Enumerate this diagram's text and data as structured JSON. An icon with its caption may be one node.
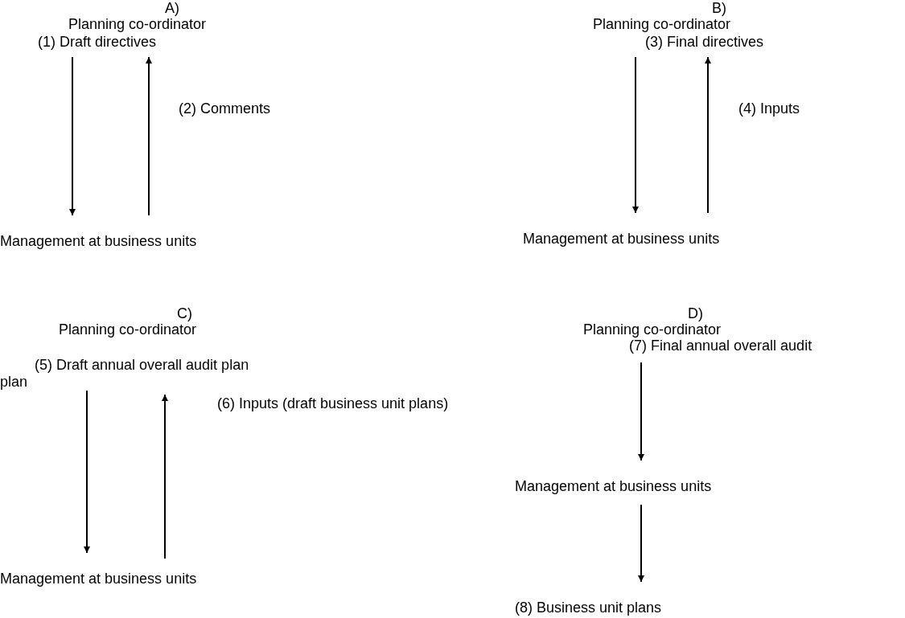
{
  "diagram": {
    "nodes": [
      {
        "text": [
          "Planning co-ordinator"
        ]
      },
      {
        "text": [
          "Management at business units"
        ]
      },
      {
        "text": [
          "Planning co-ordinator"
        ]
      },
      {
        "text": [
          "Management at business units"
        ]
      },
      {
        "text": [
          "Planning co-ordinator"
        ]
      },
      {
        "text": [
          "Management at business units"
        ]
      },
      {
        "text": [
          "Planning co-ordinator"
        ]
      },
      {
        "text": [
          "Management at business units"
        ]
      },
      {
        "text": [
          "(8)  Business unit plans"
        ]
      }
    ],
    "edges": [
      {
        "from": 0,
        "to": 1,
        "arrow": "to",
        "label": "(1) Draft directives"
      },
      {
        "from": 1,
        "to": 0,
        "arrow": "to",
        "label": "(2) Comments"
      },
      {
        "from": 2,
        "to": 3,
        "arrow": "to",
        "label": "(3) Final directives"
      },
      {
        "from": 3,
        "to": 2,
        "arrow": "to",
        "label": "(4) Inputs"
      },
      {
        "from": 4,
        "to": 5,
        "arrow": "to",
        "label": "(5) Draft annual overall audit plan plan"
      },
      {
        "from": 5,
        "to": 4,
        "arrow": "to",
        "label": "(6) Inputs (draft business unit plans)"
      },
      {
        "from": 6,
        "to": 7,
        "arrow": "to",
        "label": "(7) Final annual overall audit"
      },
      {
        "from": 7,
        "to": 8,
        "arrow": "to"
      }
    ],
    "labels": [
      "A)",
      "B)",
      "C)",
      "D)"
    ]
  }
}
